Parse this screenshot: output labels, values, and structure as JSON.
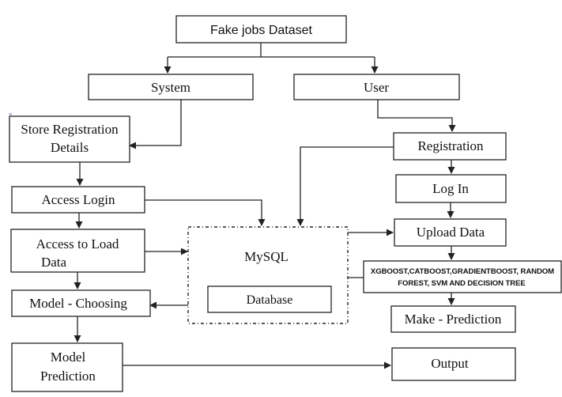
{
  "diagram": {
    "nodes": {
      "dataset": "Fake jobs Dataset",
      "system": "System",
      "user": "User",
      "store_registration_line1": "Store Registration",
      "store_registration_line2": "Details",
      "access_login": "Access Login",
      "access_load_line1": "Access to Load",
      "access_load_line2": "Data",
      "model_choosing": "Model - Choosing",
      "model_prediction_line1": "Model",
      "model_prediction_line2": "Prediction",
      "registration": "Registration",
      "log_in": "Log In",
      "upload_data": "Upload Data",
      "algorithms_line1": "XGBOOST,CATBOOST,GRADIENTBOOST, RANDOM",
      "algorithms_line2": "FOREST, SVM AND DECISION TREE",
      "make_prediction": "Make - Prediction",
      "output": "Output",
      "mysql": "MySQL",
      "database": "Database"
    }
  }
}
